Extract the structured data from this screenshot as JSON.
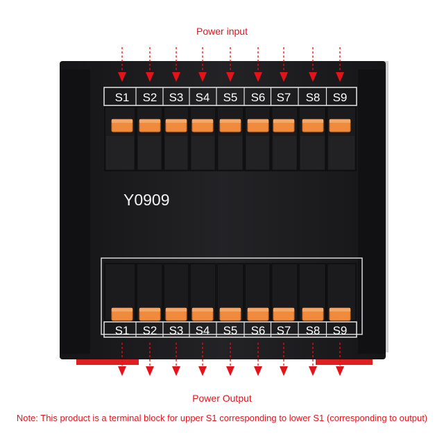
{
  "captions": {
    "top": "Power input",
    "bottom": "Power Output",
    "note": "Note: This product is a terminal block for upper S1 corresponding to lower S1 (corresponding to output)"
  },
  "device": {
    "model": "Y0909",
    "top_terminals": [
      "S1",
      "S2",
      "S3",
      "S4",
      "S5",
      "S6",
      "S7",
      "S8",
      "S9"
    ],
    "bottom_terminals": [
      "S1",
      "S2",
      "S3",
      "S4",
      "S5",
      "S6",
      "S7",
      "S8",
      "S9"
    ]
  },
  "colors": {
    "accent": "#e3131b",
    "body": "#1d1d1f",
    "lever": "#f08a3c",
    "label": "#ffffff"
  }
}
